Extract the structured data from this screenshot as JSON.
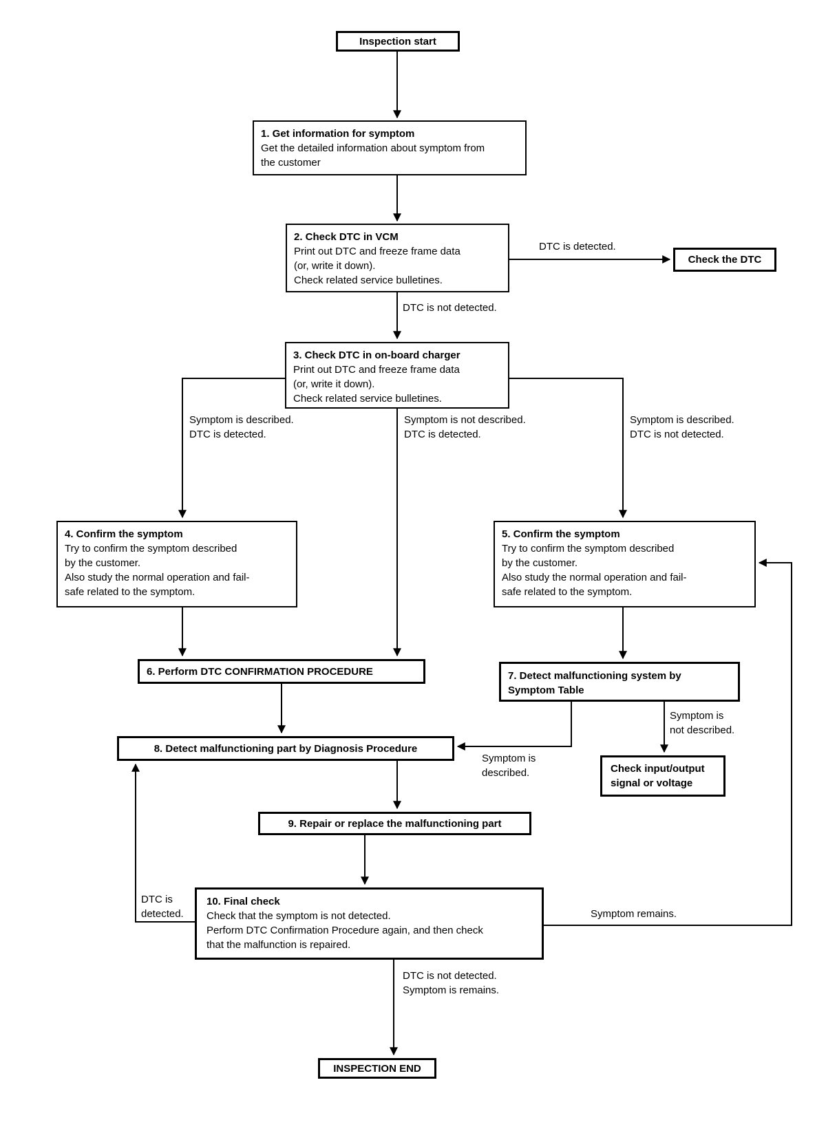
{
  "nodes": {
    "start": {
      "label": "Inspection start"
    },
    "step1": {
      "title": "1. Get information for symptom",
      "body": "Get the detailed information about symptom from\nthe customer"
    },
    "step2": {
      "title": "2. Check DTC in VCM",
      "body": "Print out DTC and freeze frame data\n(or, write it down).\nCheck related service bulletines."
    },
    "check_dtc": {
      "label": "Check the DTC"
    },
    "step3": {
      "title": "3. Check DTC in on-board charger",
      "body": "Print out DTC and freeze frame data\n(or, write it down).\nCheck related service bulletines."
    },
    "step4": {
      "title": "4. Confirm the symptom",
      "body": "Try to confirm the symptom described\nby the customer.\nAlso study the normal operation and fail-\nsafe related to the symptom."
    },
    "step5": {
      "title": "5. Confirm the symptom",
      "body": "Try to confirm the symptom described\nby the customer.\nAlso study the normal operation and fail-\nsafe related to the symptom."
    },
    "step6": {
      "label": "6. Perform DTC CONFIRMATION PROCEDURE"
    },
    "step7": {
      "title": "7. Detect malfunctioning system by\nSymptom Table"
    },
    "step8": {
      "label": "8. Detect malfunctioning part by Diagnosis Procedure"
    },
    "check_io": {
      "label": "Check input/output\nsignal or voltage"
    },
    "step9": {
      "label": "9. Repair or replace the malfunctioning part"
    },
    "step10": {
      "title": "10. Final check",
      "body": "Check that the symptom is not detected.\nPerform DTC Confirmation Procedure again, and then check\nthat the malfunction is repaired."
    },
    "end": {
      "label": "INSPECTION END"
    }
  },
  "edge_labels": {
    "dtc_detected": "DTC is detected.",
    "dtc_not_detected": "DTC is not detected.",
    "branch_left": "Symptom is described.\nDTC is detected.",
    "branch_mid": "Symptom is not described.\nDTC is detected.",
    "branch_right": "Symptom is described.\nDTC is not detected.",
    "step7_described": "Symptom is\ndescribed.",
    "step7_not_described": "Symptom is\nnot described.",
    "step10_dtc_detected": "DTC is\ndetected.",
    "step10_symptom_remains": "Symptom remains.",
    "step10_end": "DTC is not detected.\nSymptom is remains."
  },
  "colors": {
    "line": "#000000",
    "background": "#ffffff",
    "text": "#000000"
  }
}
